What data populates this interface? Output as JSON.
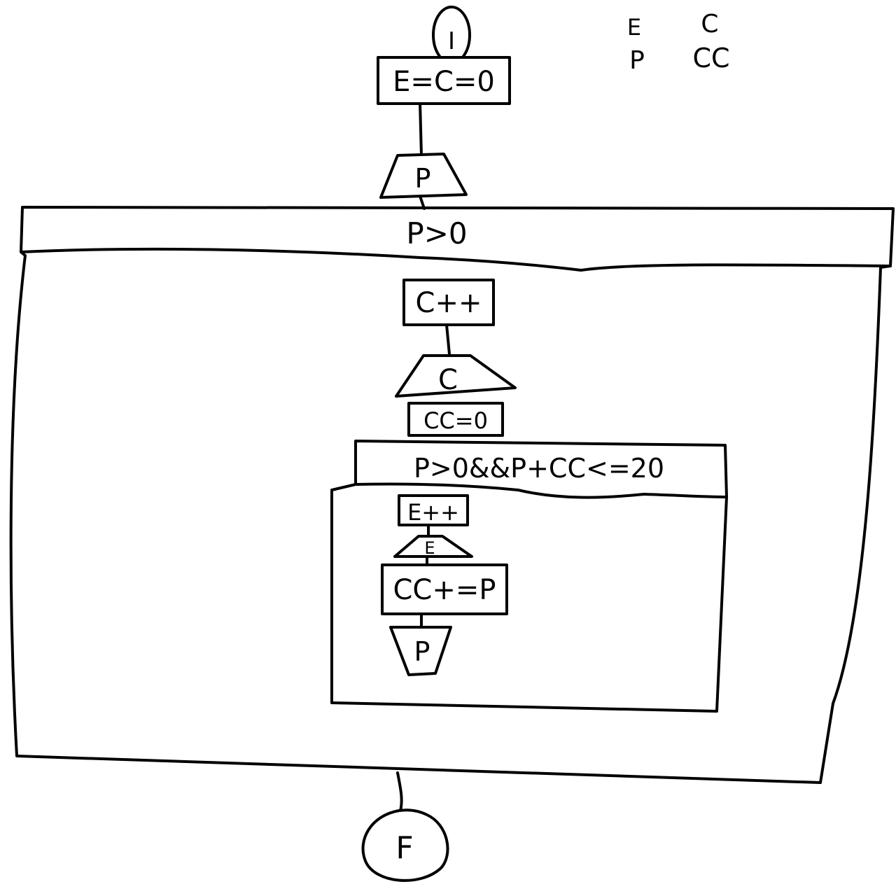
{
  "flowchart": {
    "start_label": "I",
    "end_label": "F",
    "init_process": "E=C=0",
    "read_p_outer": "P",
    "outer_loop_condition": "P>0",
    "increment_c": "C++",
    "output_c": "C",
    "reset_cc": "CC=0",
    "inner_loop_condition": "P>0&&P+CC<=20",
    "increment_e": "E++",
    "output_e": "E",
    "accumulate_cc": "CC+=P",
    "read_p_inner": "P"
  },
  "variable_legend": {
    "left_column": [
      "E",
      "P"
    ],
    "right_column": [
      "C",
      "CC"
    ]
  }
}
